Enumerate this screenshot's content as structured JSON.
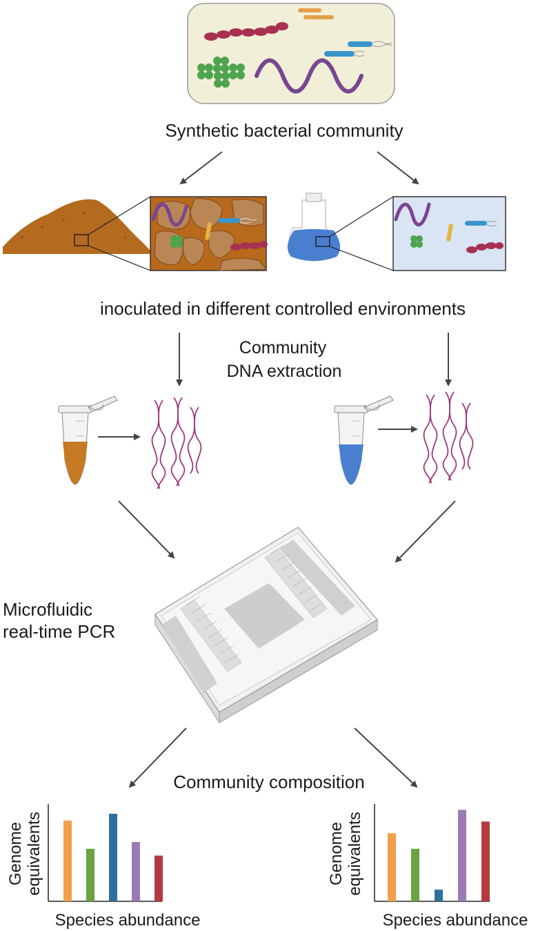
{
  "labels": {
    "community": "Synthetic bacterial community",
    "inoculated": "inoculated in different controlled environments",
    "extraction_line1": "Community",
    "extraction_line2": "DNA extraction",
    "pcr_line1": "Microfluidic",
    "pcr_line2": "real-time PCR",
    "composition": "Community composition"
  },
  "colors": {
    "soil": "#b46a1f",
    "liquid": "#4a7fd0",
    "dna": "#9b3a7a",
    "panel_bg": "#f2efd8",
    "arrow": "#444444"
  },
  "chart_data": [
    {
      "type": "bar",
      "categories": [
        "",
        "",
        "",
        "",
        ""
      ],
      "values": [
        0.83,
        0.54,
        0.9,
        0.61,
        0.47
      ],
      "colors": [
        "#f0a04b",
        "#6aa342",
        "#2e6fa0",
        "#9a7bb5",
        "#b53a3f"
      ],
      "xlabel": "Species abundance",
      "ylabel": "Genome equivalents",
      "ylim": [
        0,
        1
      ]
    },
    {
      "type": "bar",
      "categories": [
        "",
        "",
        "",
        "",
        ""
      ],
      "values": [
        0.7,
        0.54,
        0.12,
        0.94,
        0.82
      ],
      "colors": [
        "#f0a04b",
        "#6aa342",
        "#2e6fa0",
        "#9a7bb5",
        "#b53a3f"
      ],
      "xlabel": "Species abundance",
      "ylabel": "Genome equivalents",
      "ylim": [
        0,
        1
      ]
    }
  ]
}
